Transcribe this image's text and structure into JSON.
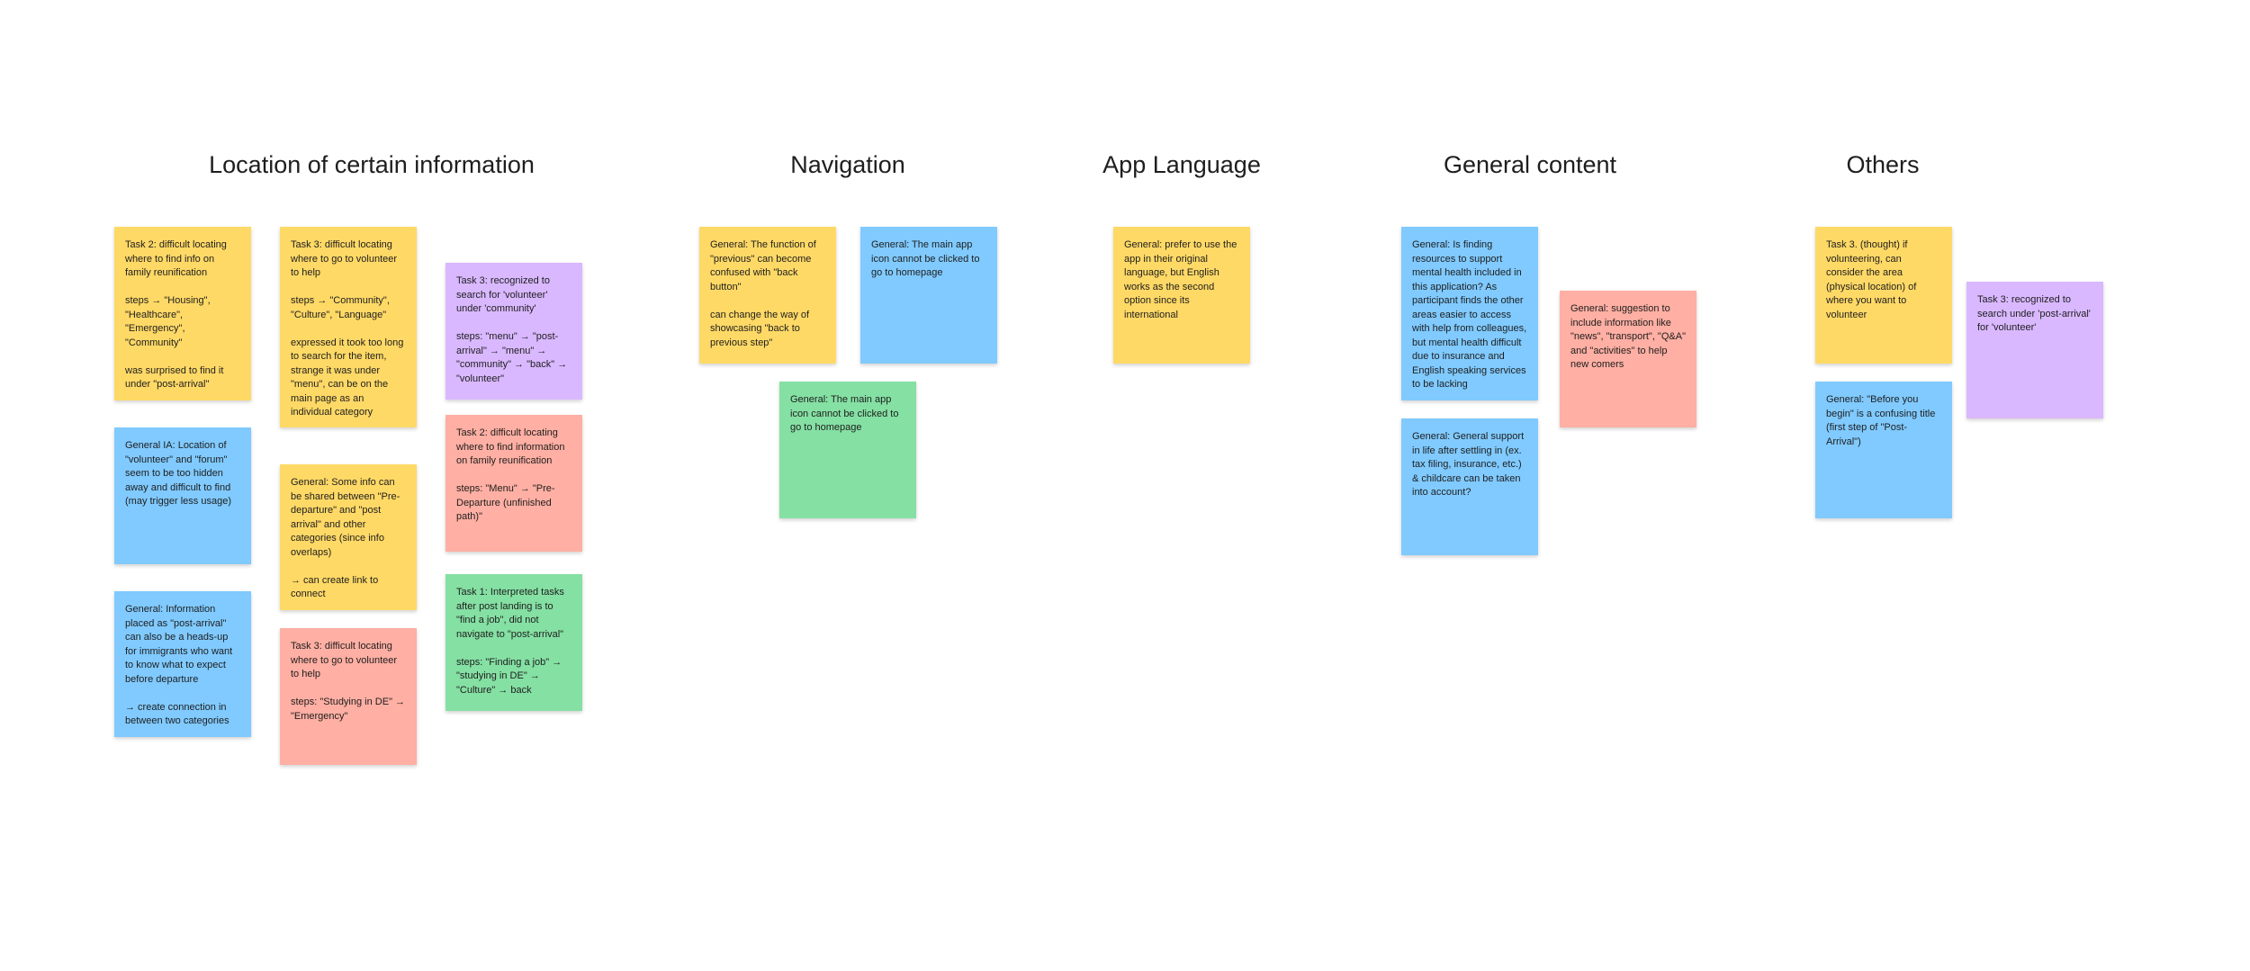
{
  "colors": {
    "yellow": "#ffd966",
    "blue": "#80caff",
    "purple": "#d9b8ff",
    "red": "#ffafa3",
    "green": "#85e0a3"
  },
  "sections": [
    {
      "title": "Location of certain information",
      "notes": [
        {
          "color": "yellow",
          "text": "Task 2: difficult locating where to find info on family reunification\n\nsteps → \"Housing\", \"Healthcare\", \"Emergency\", \"Community\"\n\nwas surprised to find it under \"post-arrival\""
        },
        {
          "color": "blue",
          "text": "General IA: Location of \"volunteer\" and \"forum\" seem to be too hidden away and difficult to find (may trigger less usage)"
        },
        {
          "color": "blue",
          "text": "General: Information placed as \"post-arrival\" can also be a heads-up for immigrants who want to know what to expect before departure\n\n→ create connection in between two categories"
        },
        {
          "color": "yellow",
          "text": "Task 3: difficult locating where to go to volunteer to help\n\nsteps → \"Community\", \"Culture\", \"Language\"\n\nexpressed it took too long to search for the item, strange it was under \"menu\", can be on the main page as an individual category"
        },
        {
          "color": "yellow",
          "text": "General: Some info can be shared between \"Pre-departure\" and \"post arrival\" and other categories (since info overlaps)\n\n→ can create link to connect"
        },
        {
          "color": "red",
          "text": "Task 3: difficult locating where to go to volunteer to help\n\nsteps: \"Studying in DE\" → \"Emergency\""
        },
        {
          "color": "purple",
          "text": "Task 3: recognized to search for 'volunteer' under 'community'\n\nsteps: \"menu\" → \"post-arrival\" → \"menu\" → \"community\" → \"back\" → \"volunteer\""
        },
        {
          "color": "red",
          "text": "Task 2: difficult locating where to find information on family reunification\n\nsteps: \"Menu\" → \"Pre-Departure (unfinished path)\""
        },
        {
          "color": "green",
          "text": "Task 1: Interpreted tasks after post landing is to \"find a job\", did not navigate to \"post-arrival\"\n\nsteps: \"Finding a job\" → \"studying in DE\" → \"Culture\" → back"
        }
      ]
    },
    {
      "title": "Navigation",
      "notes": [
        {
          "color": "yellow",
          "text": "General: The function of \"previous\" can become confused with \"back button\"\n\ncan change the way of showcasing \"back to previous step\""
        },
        {
          "color": "blue",
          "text": "General: The main app icon cannot be clicked to go to homepage"
        },
        {
          "color": "green",
          "text": "General: The main app icon cannot be clicked to go to homepage"
        }
      ]
    },
    {
      "title": "App Language",
      "notes": [
        {
          "color": "yellow",
          "text": "General: prefer to use the app in their original language, but English works as the second option since its international"
        }
      ]
    },
    {
      "title": "General content",
      "notes": [
        {
          "color": "blue",
          "text": "General: Is finding resources to support mental health included in this application? As participant finds the other areas easier to access with help from colleagues, but mental health difficult due to insurance and English speaking services to be lacking"
        },
        {
          "color": "blue",
          "text": "General: General support in life after settling in (ex. tax filing, insurance, etc.) & childcare can be taken into account?"
        },
        {
          "color": "red",
          "text": "General: suggestion to include information like \"news\", \"transport\", \"Q&A\" and \"activities\" to help new comers"
        }
      ]
    },
    {
      "title": "Others",
      "notes": [
        {
          "color": "yellow",
          "text": "Task 3. (thought) if volunteering, can consider the area (physical location) of where you want to volunteer"
        },
        {
          "color": "blue",
          "text": "General: \"Before you begin\" is a confusing title (first step of \"Post-Arrival\")"
        },
        {
          "color": "purple",
          "text": "Task 3: recognized to search under 'post-arrival' for 'volunteer'"
        }
      ]
    }
  ]
}
